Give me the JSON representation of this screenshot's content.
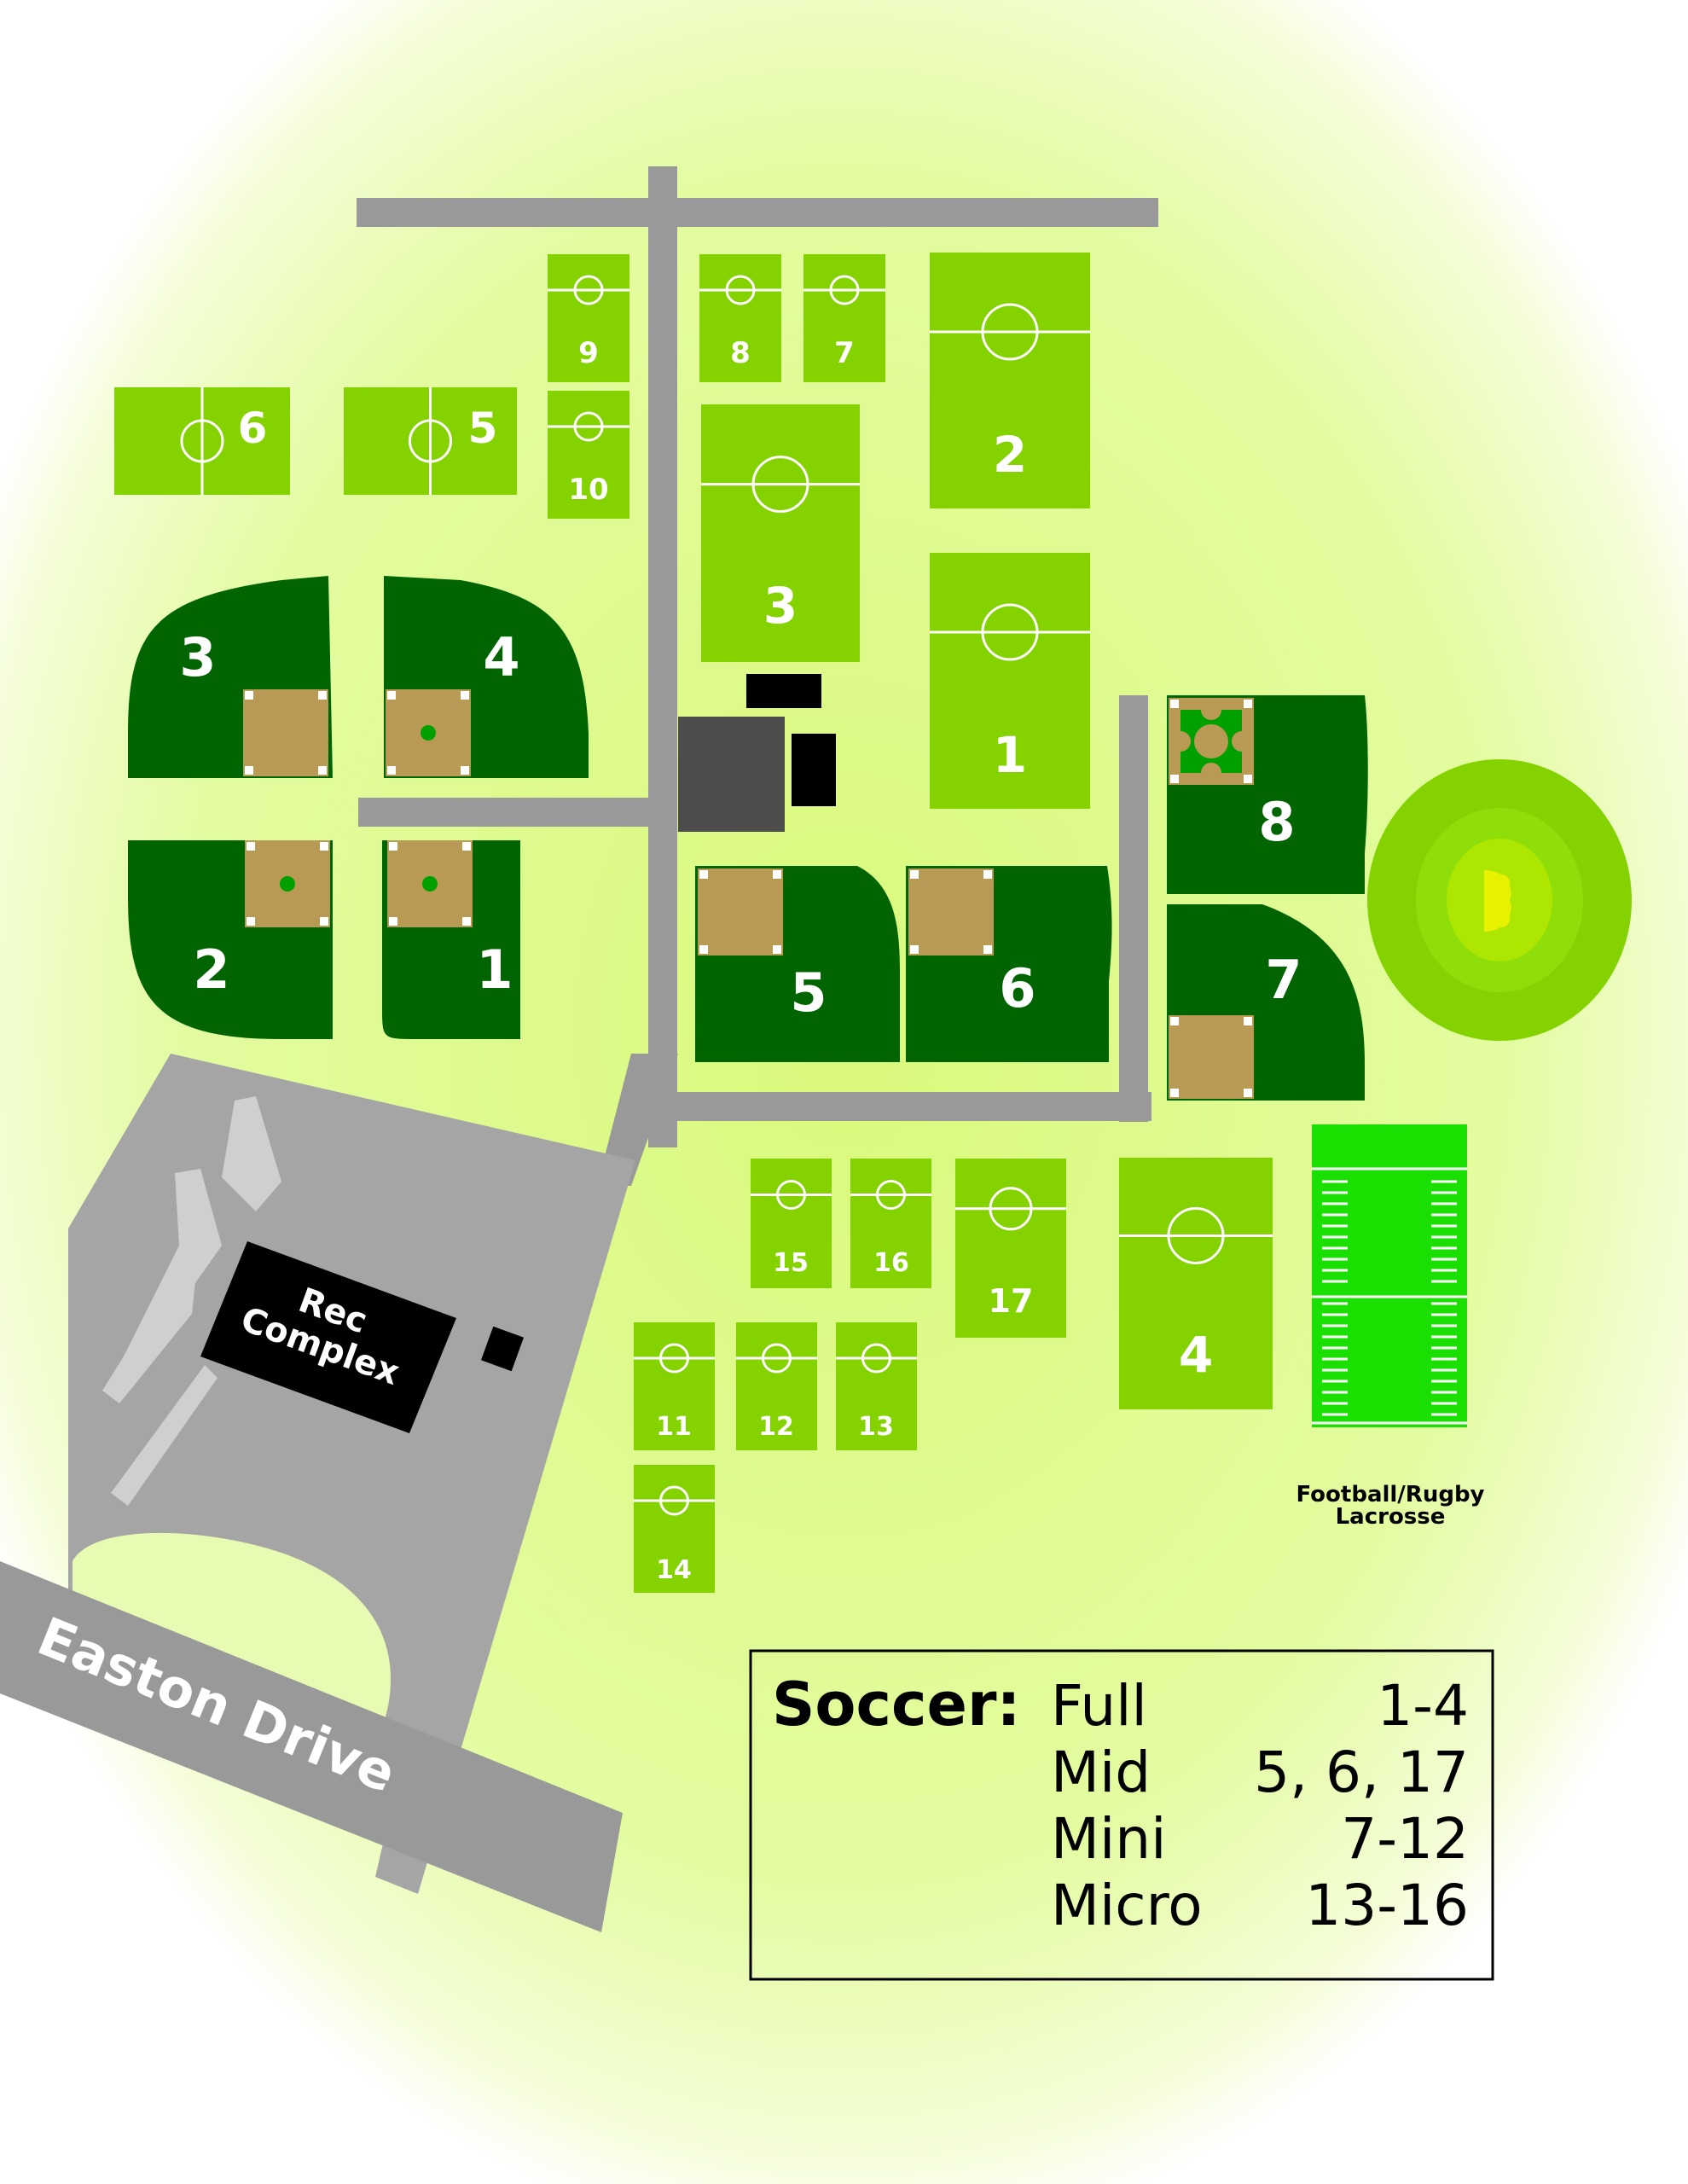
{
  "map": {
    "road_label": "Easton Drive",
    "rec_complex": [
      "Rec",
      "Complex"
    ],
    "football_label": [
      "Football/Rugby",
      "Lacrosse"
    ],
    "soccer_field_labels": [
      "1",
      "2",
      "3",
      "4",
      "5",
      "6",
      "7",
      "8",
      "9",
      "10",
      "11",
      "12",
      "13",
      "14",
      "15",
      "16",
      "17"
    ],
    "baseball_field_labels": [
      "1",
      "2",
      "3",
      "4",
      "5",
      "6",
      "7",
      "8"
    ]
  },
  "legend": {
    "title": "Soccer:",
    "rows": [
      {
        "name": "Full",
        "fields": "1-4"
      },
      {
        "name": "Mid",
        "fields": "5, 6, 17"
      },
      {
        "name": "Mini",
        "fields": "7-12"
      },
      {
        "name": "Micro",
        "fields": "13-16"
      }
    ]
  },
  "colors": {
    "soccer": "#84d300",
    "baseball_grass": "#006400",
    "infield": "#b99a55",
    "road": "#999999",
    "football": "#19e000",
    "parking": "#a5a5a5"
  }
}
